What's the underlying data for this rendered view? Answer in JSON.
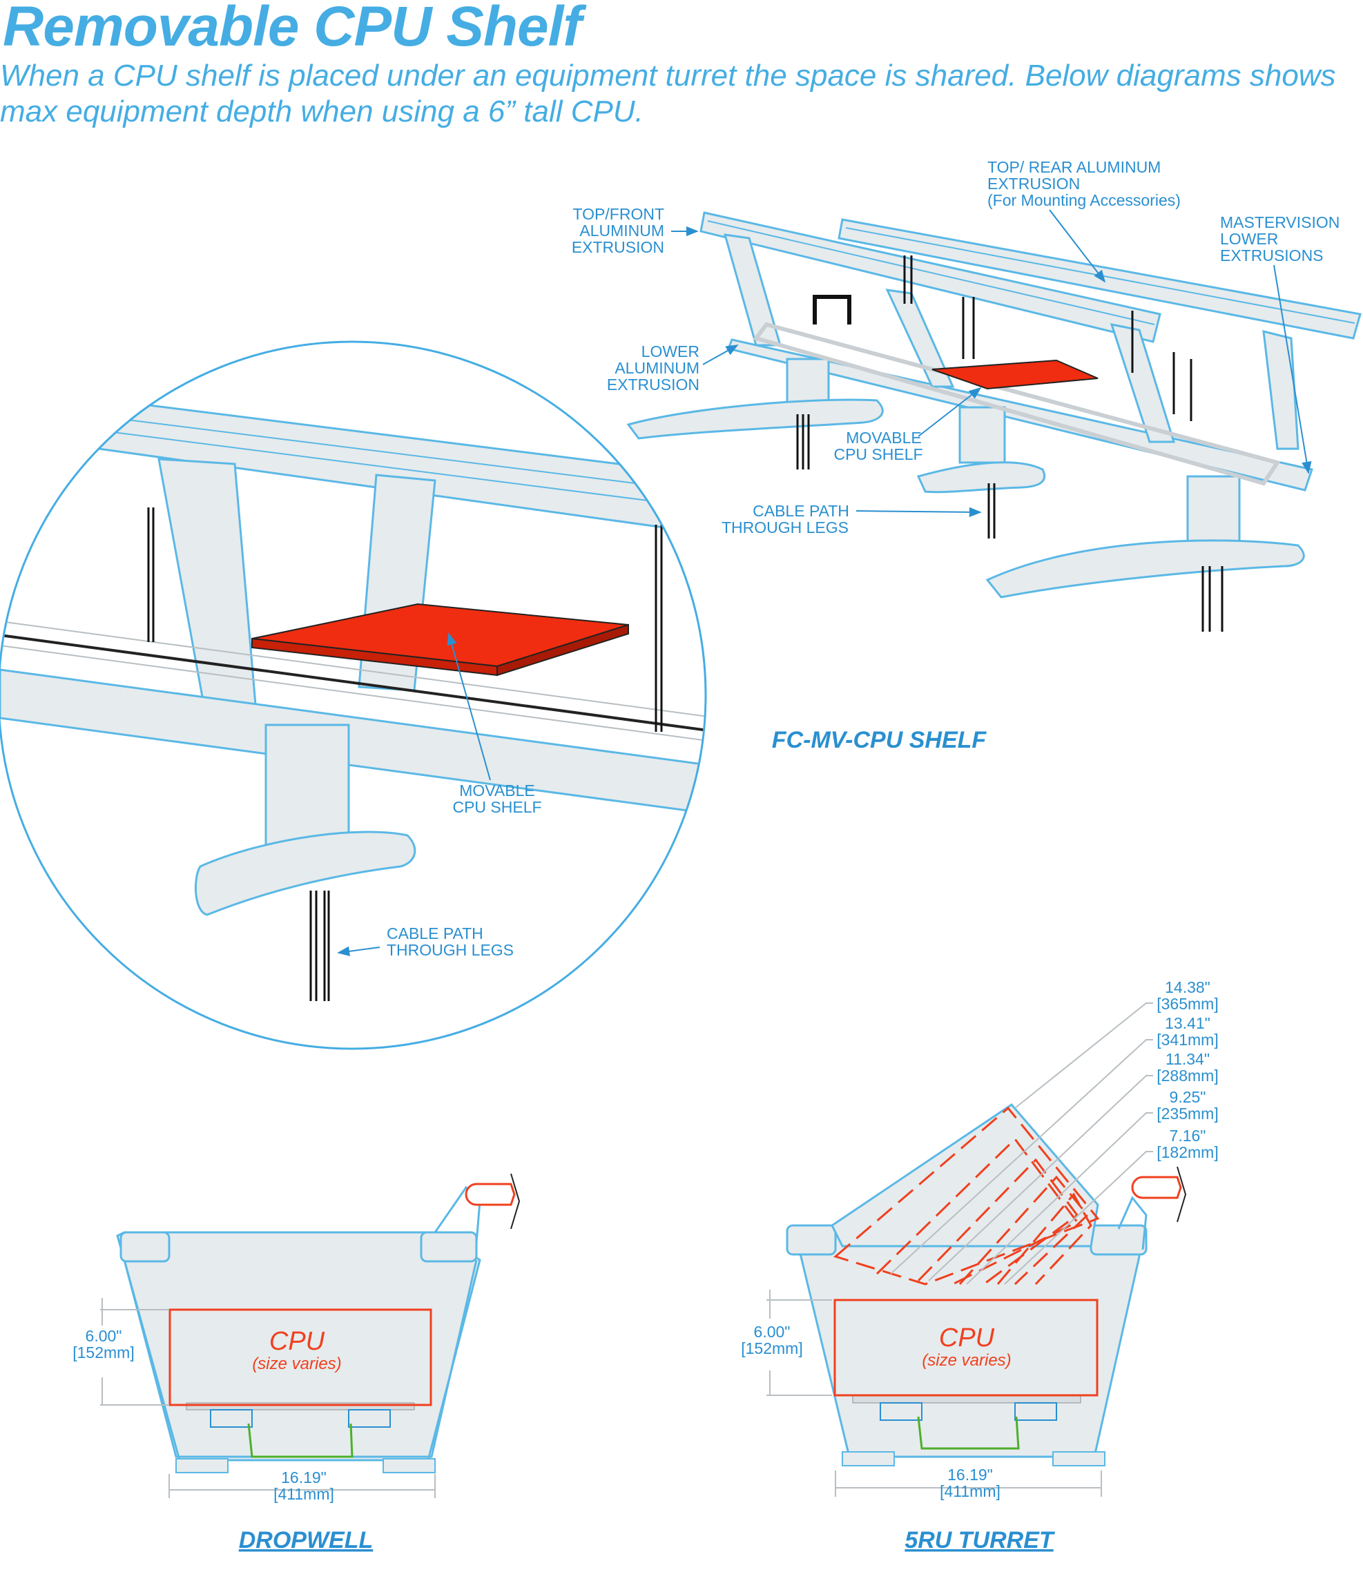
{
  "header": {
    "title": "Removable CPU Shelf",
    "subtitle": "When a CPU shelf is placed under an equipment turret the space is shared. Below diagrams shows max equipment depth when using a 6” tall CPU."
  },
  "overview": {
    "label_top_front": [
      "TOP/FRONT",
      "ALUMINUM",
      "EXTRUSION"
    ],
    "label_top_rear": [
      "TOP/ REAR ALUMINUM",
      "EXTRUSION",
      "(For Mounting Accessories)"
    ],
    "label_mastervision": [
      "MASTERVISION",
      "LOWER",
      "EXTRUSIONS"
    ],
    "label_lower": [
      "LOWER",
      "ALUMINUM",
      "EXTRUSION"
    ],
    "label_movable": [
      "MOVABLE",
      "CPU SHELF"
    ],
    "label_cable": [
      "CABLE PATH",
      "THROUGH LEGS"
    ],
    "caption": "FC-MV-CPU SHELF"
  },
  "detail": {
    "label_movable": [
      "MOVABLE",
      "CPU SHELF"
    ],
    "label_cable": [
      "CABLE PATH",
      "THROUGH LEGS"
    ]
  },
  "dropwell": {
    "caption": "DROPWELL",
    "cpu_label": "CPU",
    "cpu_note": "(size varies)",
    "height_in": "6.00\"",
    "height_mm": "[152mm]",
    "width_in": "16.19\"",
    "width_mm": "[411mm]"
  },
  "turret": {
    "caption": "5RU TURRET",
    "cpu_label": "CPU",
    "cpu_note": "(size varies)",
    "height_in": "6.00\"",
    "height_mm": "[152mm]",
    "width_in": "16.19\"",
    "width_mm": "[411mm]",
    "depths": [
      {
        "in": "14.38\"",
        "mm": "[365mm]"
      },
      {
        "in": "13.41\"",
        "mm": "[341mm]"
      },
      {
        "in": "11.34\"",
        "mm": "[288mm]"
      },
      {
        "in": "9.25\"",
        "mm": "[235mm]"
      },
      {
        "in": "7.16\"",
        "mm": "[182mm]"
      }
    ]
  },
  "colors": {
    "accent": "#45ade3",
    "label": "#2a8fd0",
    "cpu": "#f0401e",
    "frame_fill": "#e6ebed"
  }
}
